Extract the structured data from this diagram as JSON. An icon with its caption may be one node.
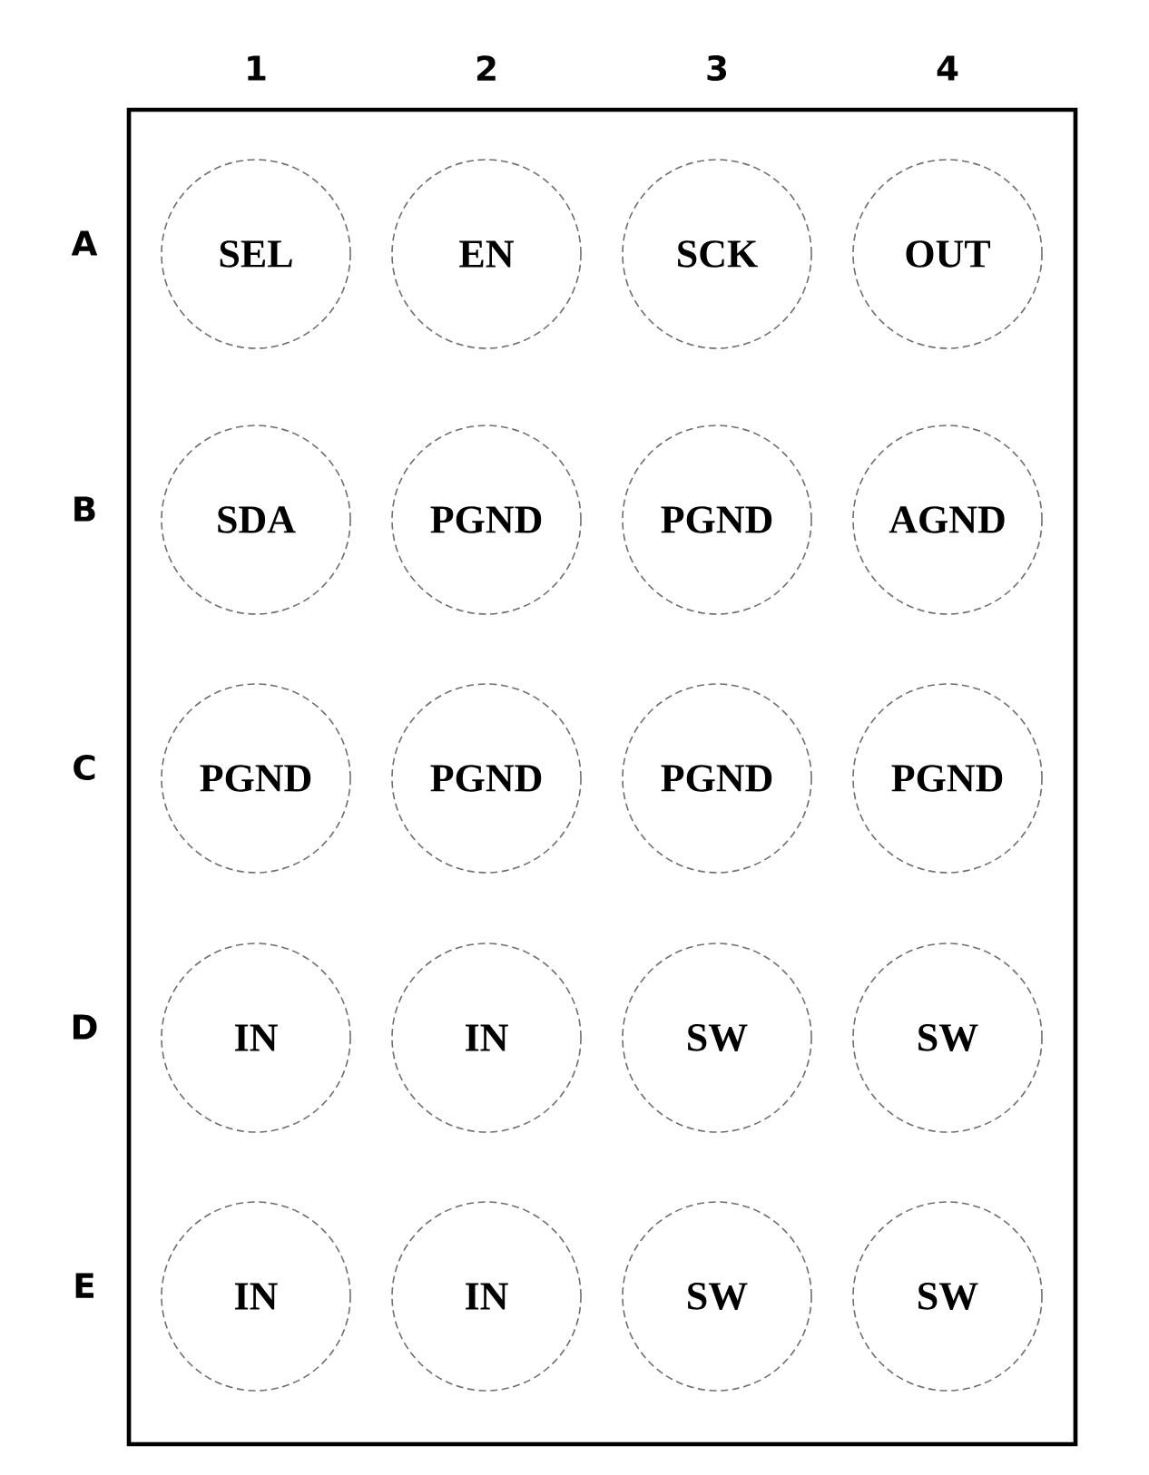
{
  "diagram": {
    "nodes": [
      {
        "text": [],
        "shape": "box"
      },
      {
        "text": [
          "SEL"
        ],
        "in": 0
      },
      {
        "text": [
          "EN"
        ],
        "in": 0
      },
      {
        "text": [
          "SCK"
        ],
        "in": 0
      },
      {
        "text": [
          "OUT"
        ],
        "in": 0
      },
      {
        "text": [
          "SDA"
        ],
        "in": 0
      },
      {
        "text": [
          "PGND"
        ],
        "in": 0
      },
      {
        "text": [
          "PGND"
        ],
        "in": 0
      },
      {
        "text": [
          "AGND"
        ],
        "in": 0
      },
      {
        "text": [
          "PGND"
        ],
        "in": 0
      },
      {
        "text": [
          "PGND"
        ],
        "in": 0
      },
      {
        "text": [
          "PGND"
        ],
        "in": 0
      },
      {
        "text": [
          "PGND"
        ],
        "in": 0
      },
      {
        "text": [
          "IN"
        ],
        "in": 0
      },
      {
        "text": [
          "IN"
        ],
        "in": 0
      },
      {
        "text": [
          "SW"
        ],
        "in": 0
      },
      {
        "text": [
          "SW"
        ],
        "in": 0
      },
      {
        "text": [
          "IN"
        ],
        "in": 0
      },
      {
        "text": [
          "IN"
        ],
        "in": 0
      },
      {
        "text": [
          "SW"
        ],
        "in": 0
      },
      {
        "text": [
          "SW"
        ],
        "in": 0
      }
    ],
    "labels": [
      "1",
      "2",
      "3",
      "4",
      "A",
      "B",
      "C",
      "D",
      "E"
    ]
  }
}
